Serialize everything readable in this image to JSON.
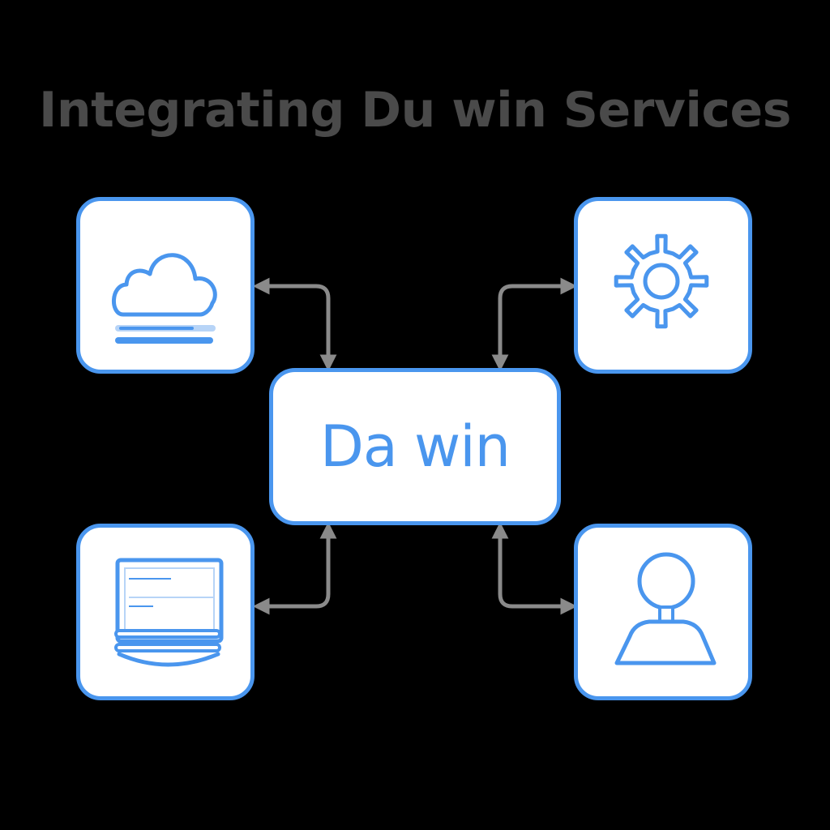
{
  "title": "Integrating Du win Services",
  "hub": {
    "label": "Da win"
  },
  "nodes": [
    {
      "id": "cloud",
      "icon": "cloud-icon"
    },
    {
      "id": "gear",
      "icon": "gear-icon"
    },
    {
      "id": "monitor",
      "icon": "monitor-icon"
    },
    {
      "id": "user",
      "icon": "user-icon"
    }
  ],
  "connections": [
    {
      "from": "hub",
      "to": "cloud",
      "bidirectional": true
    },
    {
      "from": "hub",
      "to": "gear",
      "bidirectional": true
    },
    {
      "from": "hub",
      "to": "monitor",
      "bidirectional": true
    },
    {
      "from": "hub",
      "to": "user",
      "bidirectional": true
    }
  ],
  "colors": {
    "background": "#000000",
    "title": "#4a4a4a",
    "accent": "#4a96ee",
    "icon_light": "#b7d4f7",
    "connector": "#8a8a8a",
    "card": "#ffffff"
  }
}
